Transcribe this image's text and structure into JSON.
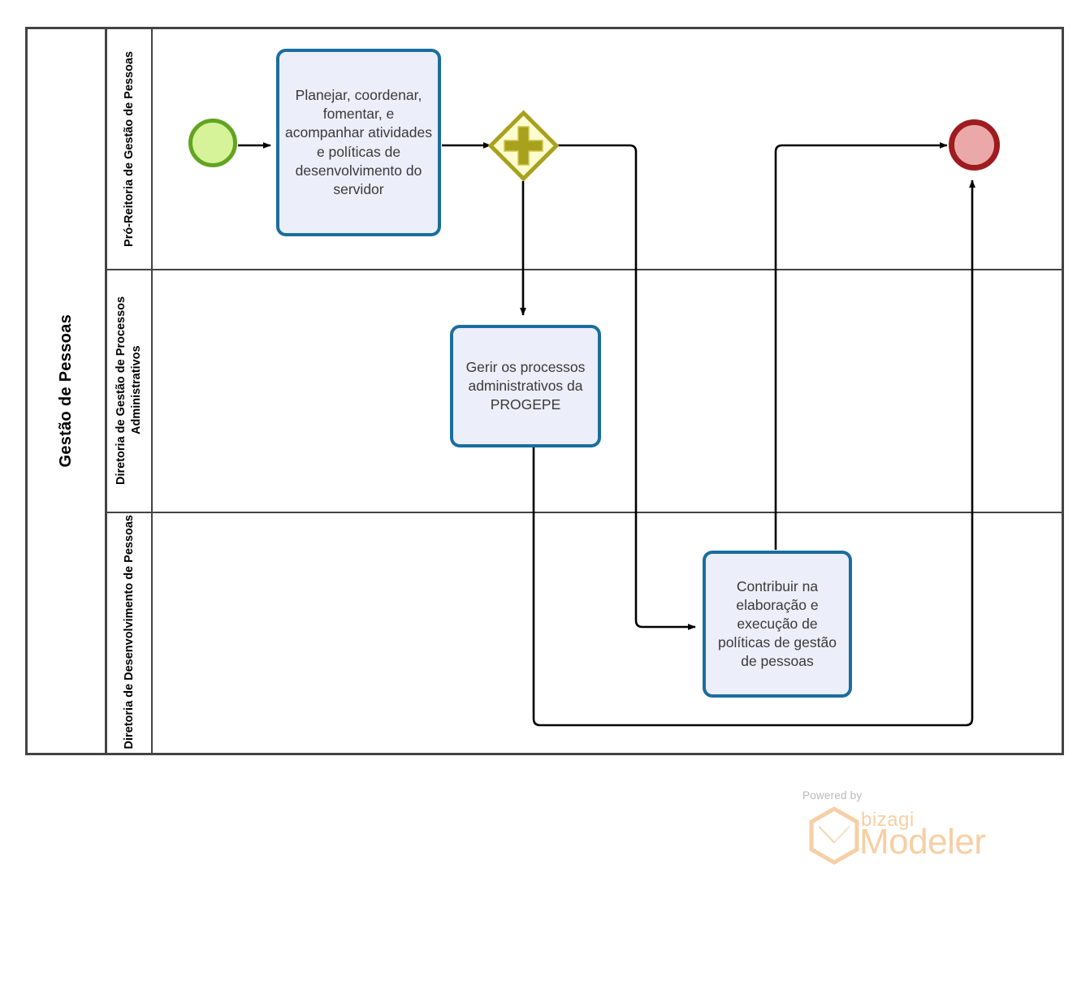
{
  "diagram": {
    "type": "bpmn-process",
    "pool": {
      "title": "Gestão de Pessoas",
      "lanes": [
        {
          "id": "lane-pro-reitoria",
          "label": "Pró-Reitoria de Gestão de Pessoas"
        },
        {
          "id": "lane-processos-adm",
          "label": "Diretoria de Gestão de Processos Administrativos"
        },
        {
          "id": "lane-desenvolvimento",
          "label": "Diretoria de Desenvolvimento de Pessoas"
        }
      ]
    },
    "nodes": [
      {
        "id": "start-event",
        "type": "start-event",
        "label": "",
        "lane": "lane-pro-reitoria"
      },
      {
        "id": "task-planejar",
        "type": "task",
        "label": "Planejar, coordenar, fomentar, e acompanhar atividades e políticas de desenvolvimento do servidor",
        "lane": "lane-pro-reitoria"
      },
      {
        "id": "gateway-parallel",
        "type": "parallel-gateway",
        "label": "",
        "marker": "plus",
        "lane": "lane-pro-reitoria"
      },
      {
        "id": "task-gerir",
        "type": "task",
        "label": "Gerir os processos administrativos da PROGEPE",
        "lane": "lane-processos-adm"
      },
      {
        "id": "task-contribuir",
        "type": "task",
        "label": "Contribuir na elaboração e execução de políticas de gestão de pessoas",
        "lane": "lane-desenvolvimento"
      },
      {
        "id": "end-event",
        "type": "end-event",
        "label": "",
        "lane": "lane-pro-reitoria"
      }
    ],
    "flows": [
      {
        "from": "start-event",
        "to": "task-planejar"
      },
      {
        "from": "task-planejar",
        "to": "gateway-parallel"
      },
      {
        "from": "gateway-parallel",
        "to": "task-gerir"
      },
      {
        "from": "gateway-parallel",
        "to": "task-contribuir"
      },
      {
        "from": "task-contribuir",
        "to": "end-event"
      },
      {
        "from": "task-gerir",
        "to": "end-event"
      }
    ],
    "colors": {
      "task_border": "#1a6e9e",
      "task_fill": "#eceef9",
      "start_border": "#62a420",
      "start_fill": "#d7f39a",
      "end_border": "#9e1b20",
      "end_fill": "#eba8a8",
      "gateway_border": "#a8a11e",
      "gateway_fill": "#fdfbd0",
      "gateway_marker": "#a8a11e",
      "lane_border": "#434343",
      "connector": "#000000"
    }
  },
  "footer": {
    "powered_by": "Powered by",
    "brand": "bizagi",
    "product": "Modeler",
    "logo_color": "#f6cfa4"
  }
}
